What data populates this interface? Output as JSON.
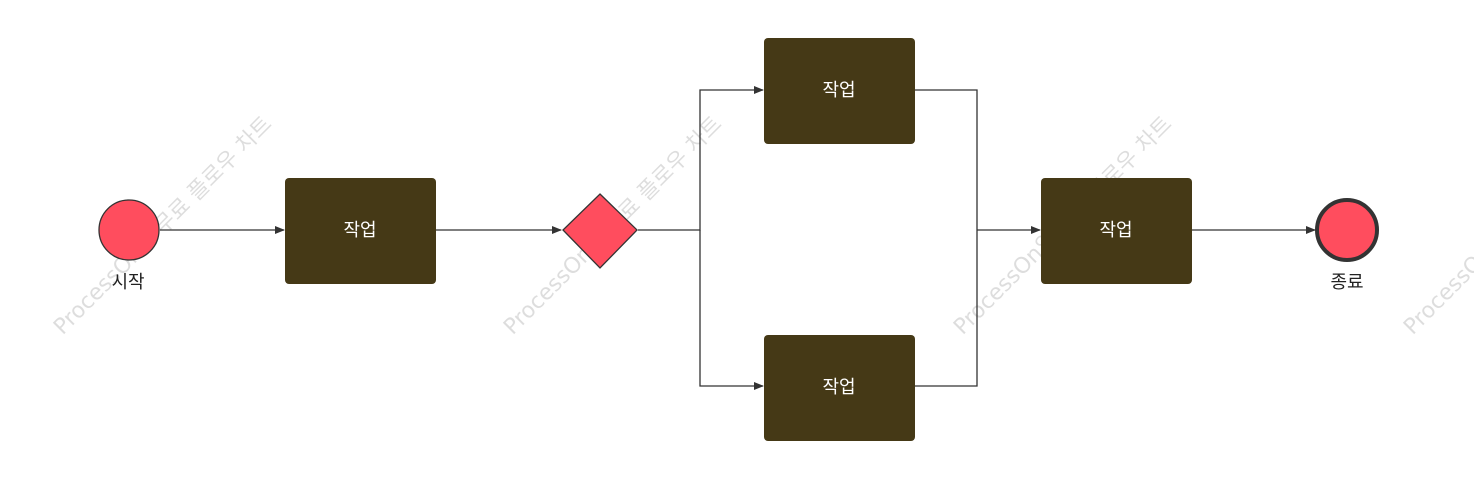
{
  "diagram": {
    "start": {
      "label": "시작"
    },
    "task_main": {
      "label": "작업"
    },
    "task_top": {
      "label": "작업"
    },
    "task_bottom": {
      "label": "작업"
    },
    "task_merge": {
      "label": "작업"
    },
    "end": {
      "label": "종료"
    }
  },
  "watermark": {
    "text": "ProcessOn의 무료 플로우 차트"
  },
  "colors": {
    "event_fill": "#ff4d5e",
    "task_fill": "#453916",
    "stroke": "#333333",
    "label_text": "#ffffff",
    "caption_text": "#222222"
  }
}
